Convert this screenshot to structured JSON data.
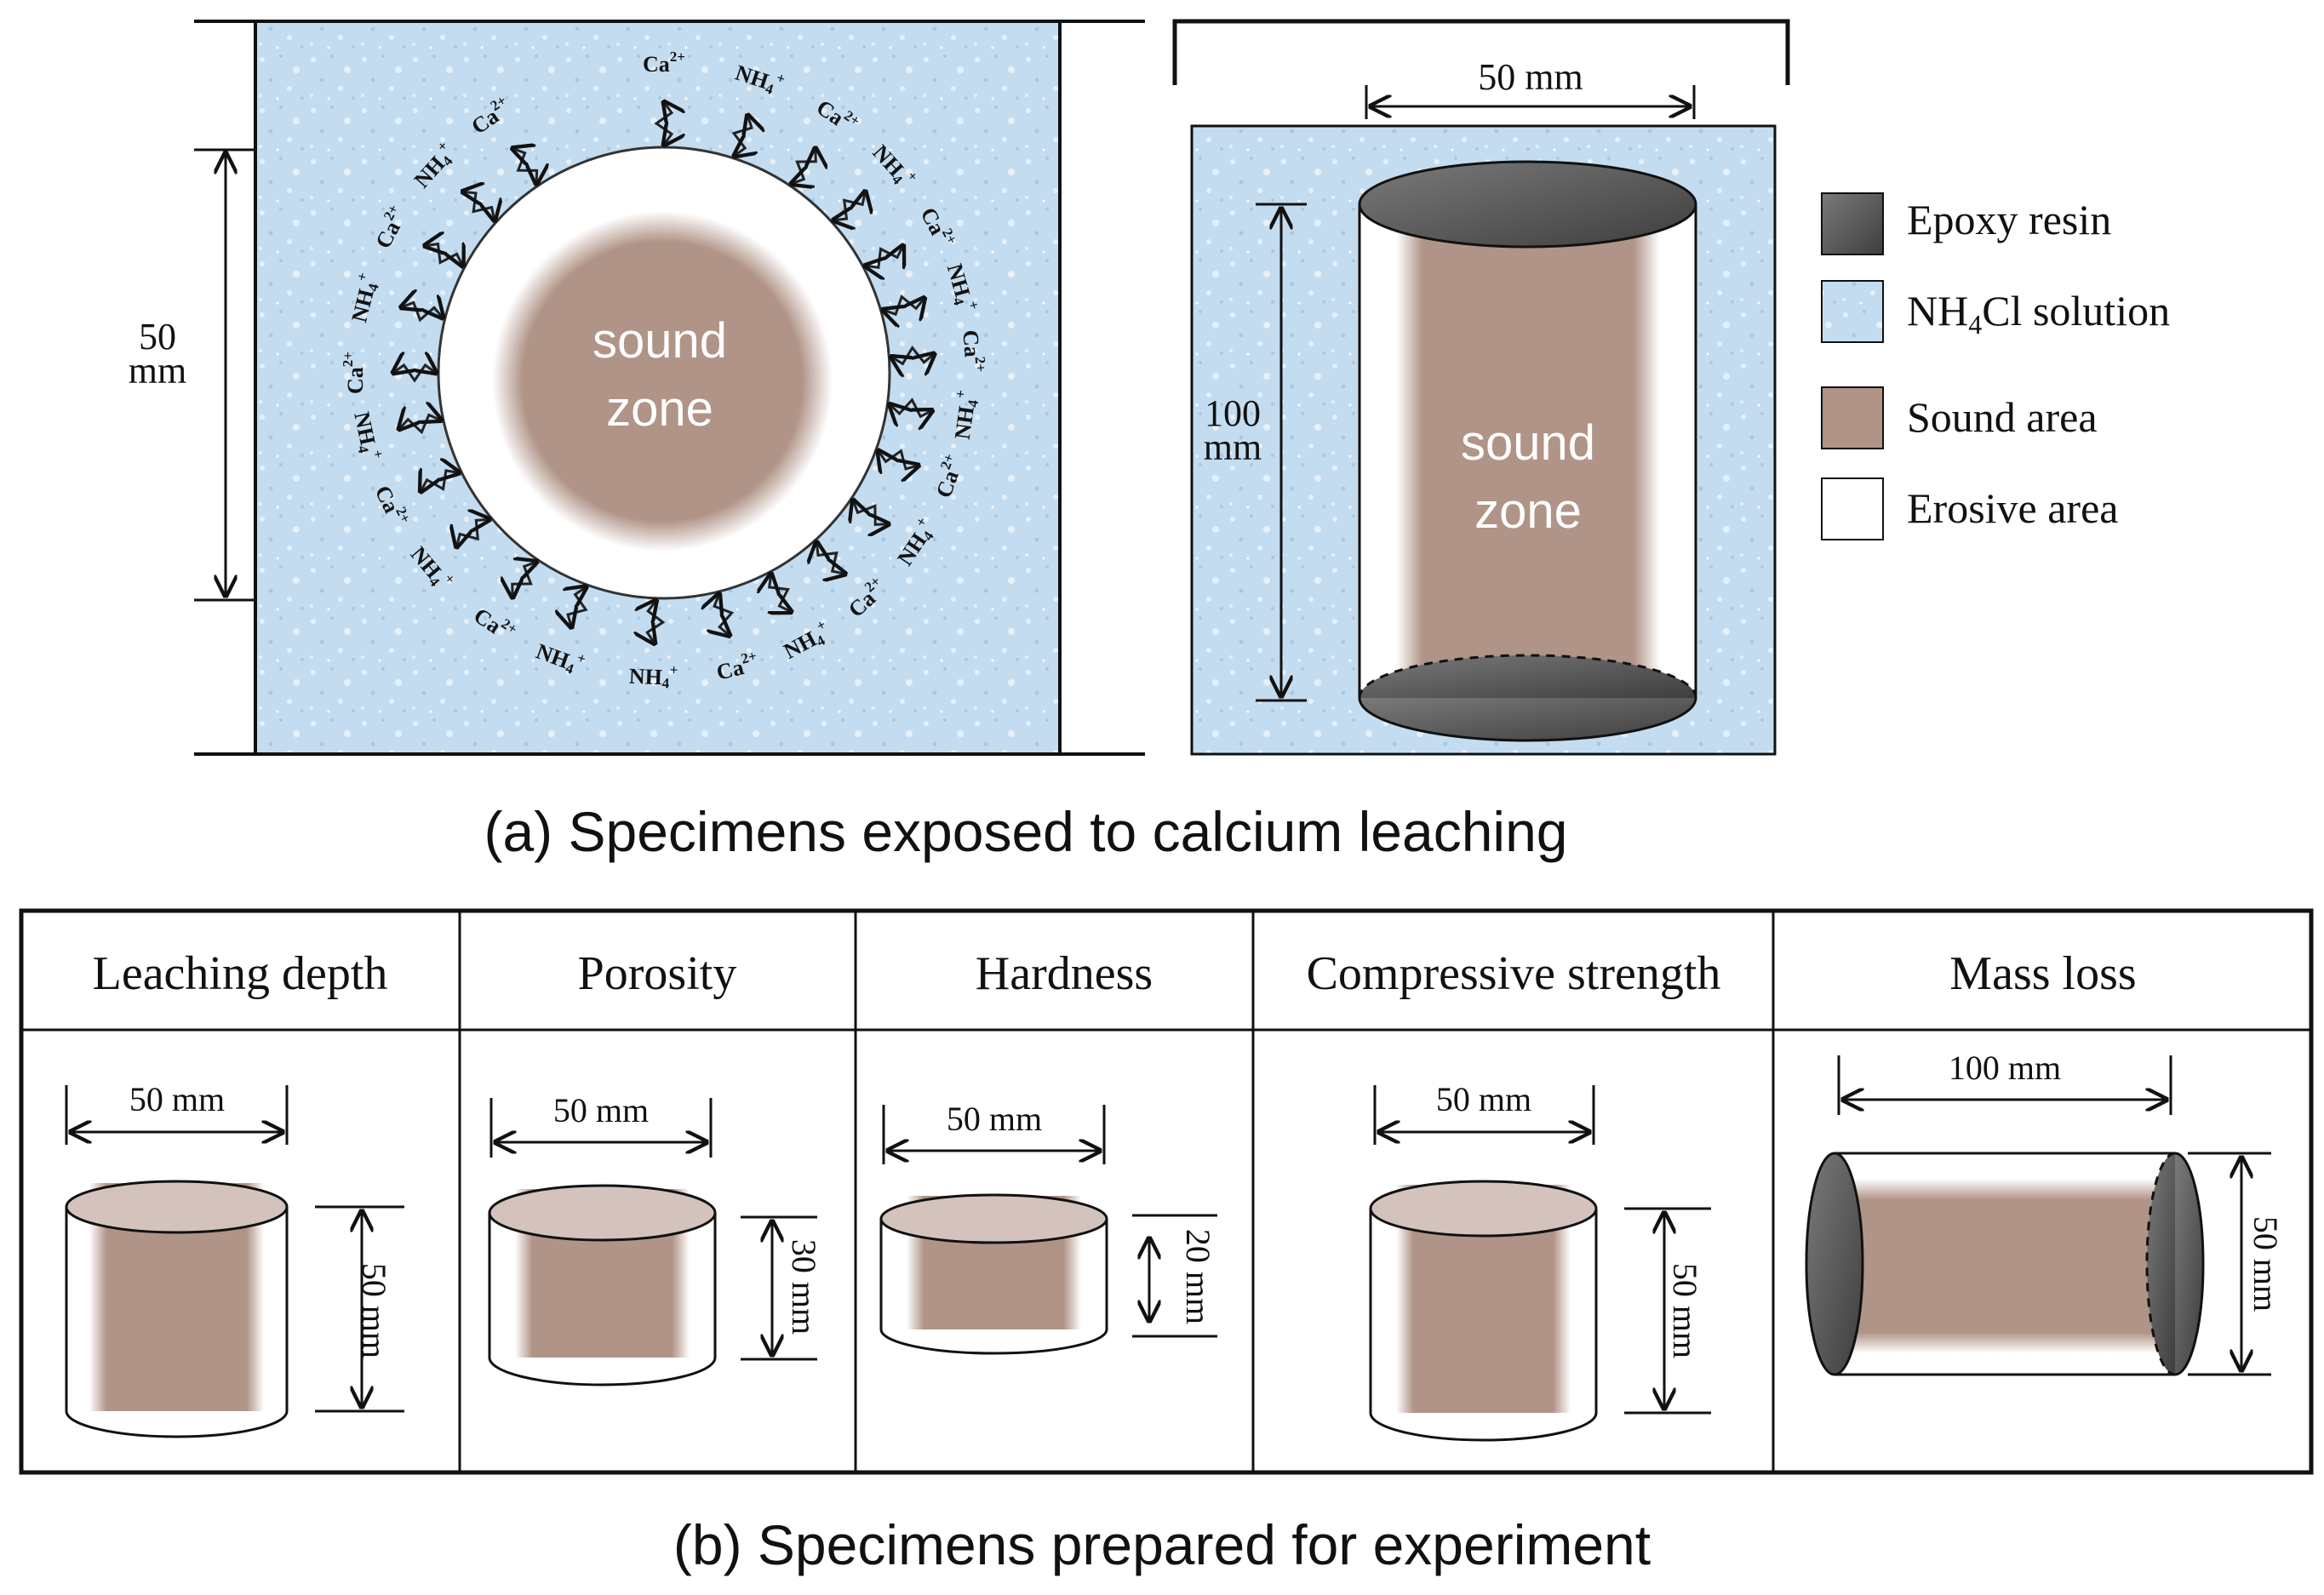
{
  "colors": {
    "solution": "#c4dcef",
    "sound": "#b09487",
    "epoxy": "#585858",
    "erosive": "#ffffff",
    "line": "#111111"
  },
  "panel_a": {
    "caption": "(a) Specimens exposed to calcium leaching",
    "cross_section": {
      "dim_value": "50",
      "dim_unit": "mm",
      "zone_line1": "sound",
      "zone_line2": "zone",
      "ions": [
        {
          "text": "Ca",
          "sup": "2+",
          "angle": -90
        },
        {
          "text": "NH",
          "sub": "4",
          "sup": "+",
          "angle": -72
        },
        {
          "text": "Ca",
          "sup": "2+",
          "angle": -56
        },
        {
          "text": "NH",
          "sub": "4",
          "sup": "+",
          "angle": -42
        },
        {
          "text": "Ca",
          "sup": "2+",
          "angle": -28
        },
        {
          "text": "NH",
          "sub": "4",
          "sup": "+",
          "angle": -16
        },
        {
          "text": "Ca",
          "sup": "2+",
          "angle": -4
        },
        {
          "text": "NH",
          "sub": "4",
          "sup": "+",
          "angle": 8
        },
        {
          "text": "Ca",
          "sup": "2+",
          "angle": 20
        },
        {
          "text": "NH",
          "sub": "4",
          "sup": "+",
          "angle": 34
        },
        {
          "text": "Ca",
          "sup": "2+",
          "angle": 48
        },
        {
          "text": "NH",
          "sub": "4",
          "sup": "+",
          "angle": 62
        },
        {
          "text": "Ca",
          "sup": "2+",
          "angle": 76
        },
        {
          "text": "NH",
          "sub": "4",
          "sup": "+",
          "angle": 92
        },
        {
          "text": "NH",
          "sub": "4",
          "sup": "+",
          "angle": 110
        },
        {
          "text": "Ca",
          "sup": "2+",
          "angle": 124
        },
        {
          "text": "NH",
          "sub": "4",
          "sup": "+",
          "angle": 140
        },
        {
          "text": "Ca",
          "sup": "2+",
          "angle": 154
        },
        {
          "text": "NH",
          "sub": "4",
          "sup": "+",
          "angle": 168
        },
        {
          "text": "Ca",
          "sup": "2+",
          "angle": 180
        },
        {
          "text": "NH",
          "sub": "4",
          "sup": "+",
          "angle": 194
        },
        {
          "text": "Ca",
          "sup": "2+",
          "angle": 208
        },
        {
          "text": "NH",
          "sub": "4",
          "sup": "+",
          "angle": 222
        },
        {
          "text": "Ca",
          "sup": "2+",
          "angle": 236
        }
      ]
    },
    "cylinder": {
      "width_label": "50 mm",
      "height_value": "100",
      "height_unit": "mm",
      "zone_line1": "sound",
      "zone_line2": "zone"
    },
    "legend": [
      {
        "label": "Epoxy resin",
        "swatch": "epoxy"
      },
      {
        "label": "NH",
        "sub": "4",
        "label_rest": "Cl solution",
        "swatch": "solution"
      },
      {
        "label": "Sound area",
        "swatch": "sound"
      },
      {
        "label": "Erosive area",
        "swatch": "erosive"
      }
    ]
  },
  "panel_b": {
    "caption": "(b) Specimens prepared for experiment",
    "columns": [
      {
        "header": "Leaching depth",
        "width_label": "50 mm",
        "height_label": "50 mm"
      },
      {
        "header": "Porosity",
        "width_label": "50 mm",
        "height_label": "30 mm"
      },
      {
        "header": "Hardness",
        "width_label": "50 mm",
        "height_label": "20 mm"
      },
      {
        "header": "Compressive strength",
        "width_label": "50 mm",
        "height_label": "50 mm"
      },
      {
        "header": "Mass loss",
        "width_label": "100 mm",
        "height_label": "50 mm"
      }
    ]
  }
}
